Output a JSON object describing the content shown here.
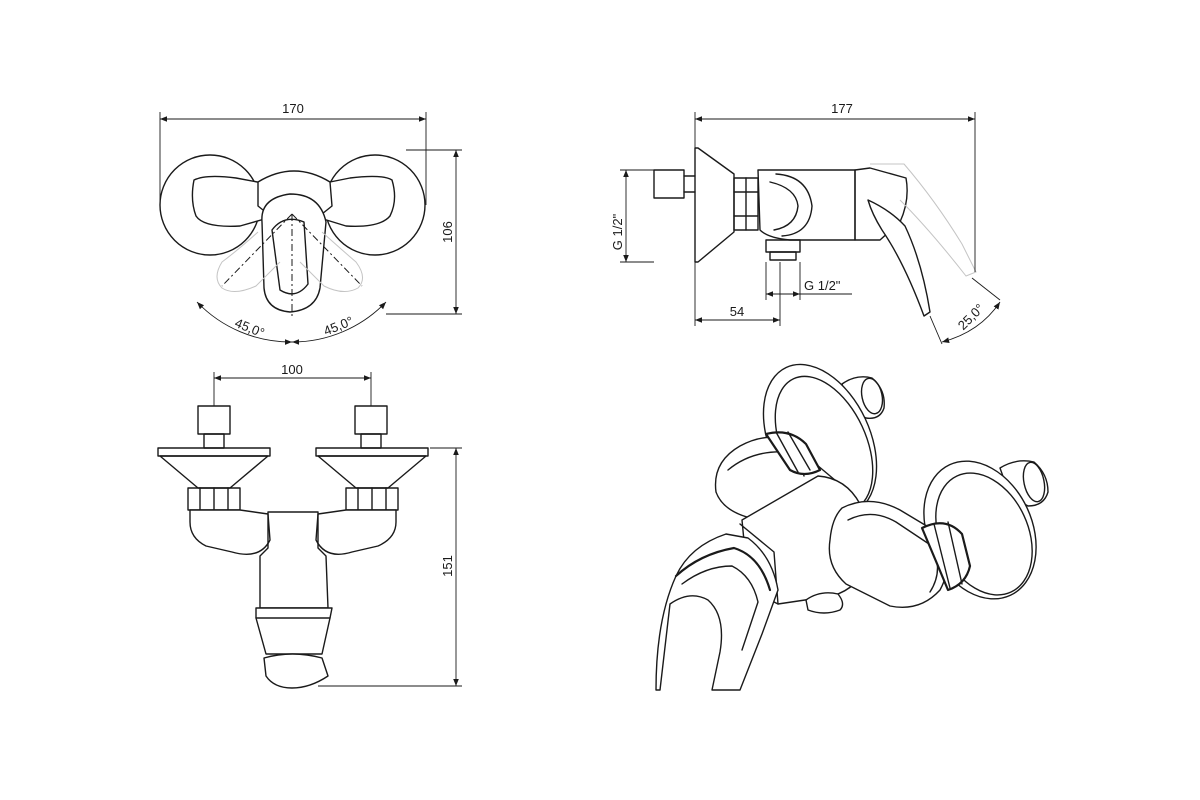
{
  "dimensions": {
    "front_width": "170",
    "front_height": "106",
    "angle_left": "45,0°",
    "angle_right": "45,0°",
    "side_length": "177",
    "side_inlet_thread": "G 1/2\"",
    "side_outlet_thread": "G 1/2\"",
    "side_depth": "54",
    "side_angle": "25,0°",
    "top_spacing": "100",
    "top_height": "151"
  },
  "colors": {
    "line": "#1a1a1a",
    "ghost": "#c4c4c4",
    "background": "#ffffff"
  }
}
